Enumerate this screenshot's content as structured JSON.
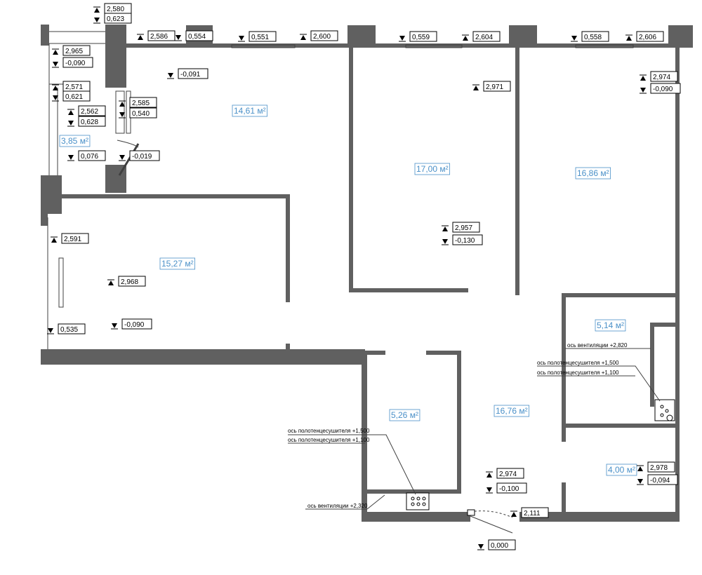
{
  "plan": {
    "area_labels": [
      "14,61",
      "3,85",
      "15,27",
      "17,00",
      "16,86",
      "5,14",
      "5,26",
      "16,76",
      "4,00"
    ],
    "area_unit": "м²",
    "marks_up": [
      "2,580",
      "2,965",
      "2,571",
      "2,562",
      "2,585",
      "2,586",
      "2,600",
      "2,604",
      "2,606",
      "2,974",
      "2,971",
      "2,957",
      "2,591",
      "2,968",
      "2,974",
      "2,978",
      "2,111"
    ],
    "marks_down": [
      "0,623",
      "-0,090",
      "0,621",
      "0,628",
      "0,540",
      "0,076",
      "-0,019",
      "0,554",
      "0,551",
      "0,559",
      "0,558",
      "-0,090",
      "-0,091",
      "-0,130",
      "0,535",
      "-0,090",
      "-0,100",
      "-0,094",
      "0,000"
    ],
    "notes": {
      "vent_1": "ось вентиляции +2,820",
      "towel_hi_1": "ось полотенцесушителя +1,500",
      "towel_lo_1": "ось полотенцесушителя +1,100",
      "towel_hi_2": "ось полотенцесушителя +1,500",
      "towel_lo_2": "ось полотенцесушителя +1,100",
      "vent_2": "ось вентиляции +2,320"
    }
  }
}
